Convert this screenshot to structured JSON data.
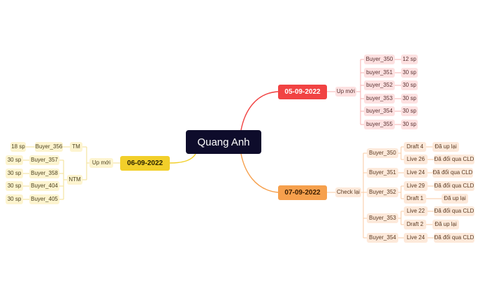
{
  "root": {
    "label": "Quang Anh"
  },
  "colors": {
    "red": "#f14343",
    "orange": "#f6a04d",
    "yellow": "#f2cf2a",
    "root": "#0e0c2b"
  },
  "branch_0509": {
    "date": "05-09-2022",
    "action": "Up mới",
    "items": [
      {
        "buyer": "Buyer_350",
        "qty": "12 sp"
      },
      {
        "buyer": "buyer_351",
        "qty": "30 sp"
      },
      {
        "buyer": "buyer_352",
        "qty": "30 sp"
      },
      {
        "buyer": "buyer_353",
        "qty": "30 sp"
      },
      {
        "buyer": "buyer_354",
        "qty": "30 sp"
      },
      {
        "buyer": "buyer_355",
        "qty": "30 sp"
      }
    ]
  },
  "branch_0709": {
    "date": "07-09-2022",
    "action": "Check lại",
    "buyer_350": {
      "name": "Buyer_350",
      "a": "Draft 4",
      "a_result": "Đã up lại",
      "b": "Live 26",
      "b_result": "Đã đổi qua CLD"
    },
    "buyer_351": {
      "name": "Buyer_351",
      "a": "Live 24",
      "a_result": "Đã đổi qua CLD"
    },
    "buyer_352": {
      "name": "Buyer_352",
      "a": "Live 29",
      "a_result": "Đã đổi qua CLD",
      "b": "Draft 1",
      "b_result": "Đã up lại"
    },
    "buyer_353": {
      "name": "Buyer_353",
      "a": "Live 22",
      "a_result": "Đã đổi qua CLD",
      "b": "Draft 2",
      "b_result": "Đã up lại"
    },
    "buyer_354": {
      "name": "Buyer_354",
      "a": "Live 24",
      "a_result": "Đã đổi qua CLD"
    }
  },
  "branch_0609": {
    "date": "06-09-2022",
    "action": "Up mới",
    "tm": {
      "label": "TM",
      "buyer": "Buyer_356",
      "qty": "18 sp"
    },
    "ntm": {
      "label": "NTM",
      "items": [
        {
          "buyer": "Buyer_357",
          "qty": "30 sp"
        },
        {
          "buyer": "Buyer_358",
          "qty": "30 sp"
        },
        {
          "buyer": "Buyer_404",
          "qty": "30 sp"
        },
        {
          "buyer": "Buyer_405",
          "qty": "30 sp"
        }
      ]
    }
  }
}
